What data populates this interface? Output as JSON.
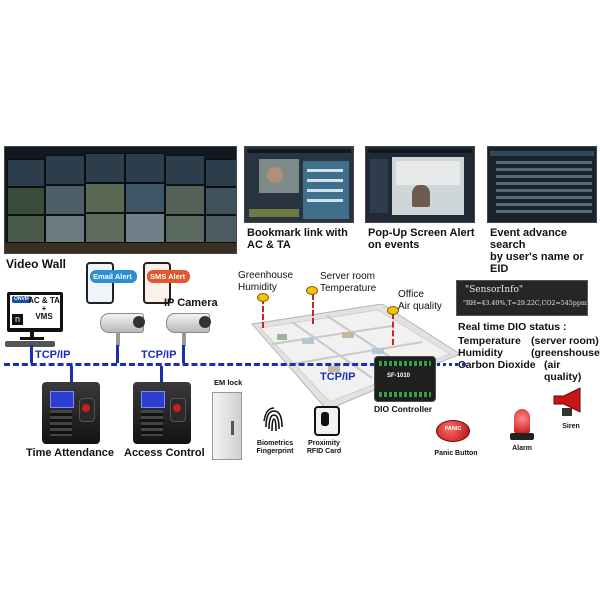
{
  "screens": {
    "video_wall_label": "Video Wall",
    "bookmark_caption_line1": "Bookmark link with",
    "bookmark_caption_line2": "AC & TA",
    "popup_caption_line1": "Pop-Up Screen Alert",
    "popup_caption_line2": "on events",
    "search_caption_line1": "Event advance search",
    "search_caption_line2": "by user's name or EID"
  },
  "alerts": {
    "email_prefix": "Email",
    "email_word": "Alert",
    "sms_prefix": "SMS",
    "sms_word": "Alert"
  },
  "vms": {
    "logo": "ONVIF",
    "line1": "AC & TA",
    "line2": "+",
    "line3": "VMS",
    "badge": "n"
  },
  "network": {
    "tcp1": "TCP/IP",
    "tcp2": "TCP/IP",
    "tcp3": "TCP/IP"
  },
  "devices": {
    "ip_camera": "IP Camera",
    "time_attendance": "Time Attendance",
    "access_control": "Access Control",
    "em_lock_line1": "EM",
    "em_lock_line2": "lock",
    "biometrics_line1": "Biometrics",
    "biometrics_line2": "Fingerprint",
    "proximity_line1": "Proximity",
    "proximity_line2": "RFID Card",
    "dio_controller": "DIO Controller",
    "dio_model": "SF-1010",
    "panic_button": "Panic Button",
    "panic_cap": "PANIC",
    "alarm": "Alarm",
    "siren": "Siren"
  },
  "sensors": {
    "greenhouse_line1": "Greenhouse",
    "greenhouse_line2": "Humidity",
    "server_line1": "Server room",
    "server_line2": "Temperature",
    "office_line1": "Office",
    "office_line2": "Air quality"
  },
  "sensor_info": {
    "title": "\"SensorInfo\"",
    "reading": "\"RH=43.40%,T=29.22C,CO2=545ppm\""
  },
  "dio_status": {
    "heading": "Real time DIO status :",
    "rows": [
      {
        "name": "Temperature",
        "place": "(server room)"
      },
      {
        "name": "Humidity",
        "place": "(greenshouse)"
      },
      {
        "name": "Carbon Dioxide",
        "place": "(air quality)"
      }
    ]
  },
  "colors": {
    "network_blue": "#1a2fb0",
    "sensor_pin": "#d42020",
    "sensor_dot": "#f2c400",
    "email_alert": "#2a8fd6",
    "sms_alert": "#e4572e"
  }
}
